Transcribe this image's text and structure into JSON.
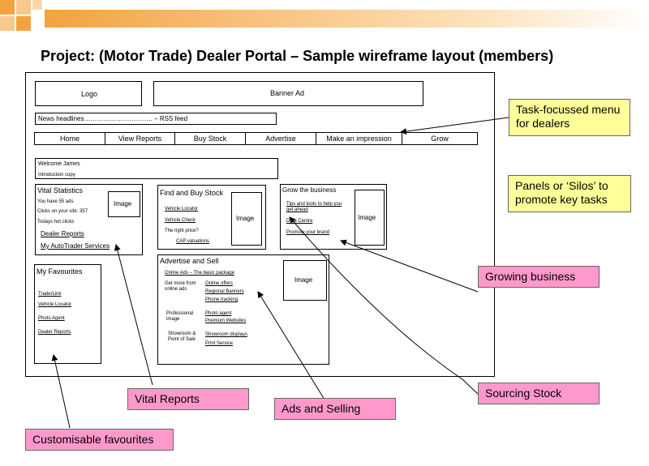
{
  "title": "Project: (Motor Trade) Dealer Portal – Sample wireframe layout (members)",
  "header": {
    "logo": "Logo",
    "banner": "Banner Ad",
    "news": "News headlines………………………….. – RSS feed"
  },
  "menu": [
    "Home",
    "View Reports",
    "Buy Stock",
    "Advertise",
    "Make an impression",
    "Grow"
  ],
  "welcome": {
    "line1": "Welcome James",
    "line2": "Introduction copy"
  },
  "vital": {
    "title": "Vital Statistics",
    "l1": "You have 55 ads",
    "l2": "Clicks on your site: 357",
    "l3": "Todays hot clicks",
    "link1": "Dealer Reports",
    "link2": "My AutoTrader Services",
    "image": "Image"
  },
  "buy": {
    "title": "Find and Buy Stock",
    "l1": "Vehicle Locator",
    "l2": "Vehicle Check",
    "l3": "The right price?",
    "l4": "CAP valuations",
    "image": "Image"
  },
  "grow": {
    "title": "Grow the business",
    "l1": "Tips and tools to help you get ahead",
    "l2": "Data Centre",
    "l3": "Promote your brand",
    "image": "Image"
  },
  "fav": {
    "title": "My Favourites",
    "l1": "TraderLink",
    "l2": "Vehicle Locator",
    "l3": "Photo Agent",
    "l4": "Dealer Reports"
  },
  "adv": {
    "title": "Advertise and Sell",
    "l1": "Online Ads – The basic package",
    "r1a": "Get more from",
    "r1b": "online ads",
    "r1c": "Online offers",
    "r1d": "Regional Banners",
    "r1e": "Phone tracking",
    "r2a": "Professional",
    "r2b": "image",
    "r2c": "Photo agent",
    "r2d": "Premium Websites",
    "r3a": "Showroom &",
    "r3b": "Point of Sale",
    "r3c": "Showroom displays",
    "r3d": "Print Service",
    "image": "Image"
  },
  "callouts": {
    "menu": "Task-focussed menu for dealers",
    "silos": "Panels or ‘Silos’ to promote key tasks",
    "growing": "Growing business",
    "sourcing": "Sourcing Stock",
    "vital": "Vital Reports",
    "ads": "Ads and Selling",
    "fav": "Customisable favourites"
  },
  "colors": {
    "yellow": "#ffff99",
    "pink": "#ff99cc",
    "header_orange": "#f7a643"
  }
}
